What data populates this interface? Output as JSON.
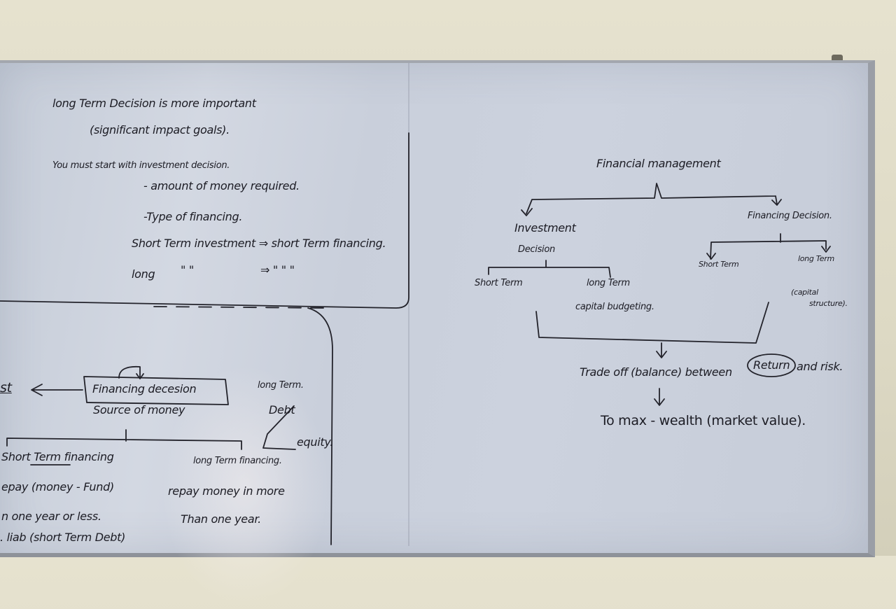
{
  "left_notes": {
    "line1": "long Term Decision is more important",
    "line2": "(significant impact goals).",
    "line3": "You must start with investment decision.",
    "bullet1": "- amount of money required.",
    "bullet2": "-Type of financing.",
    "rule1": "Short Term investment ⇒ short Term financing.",
    "rule2_a": "long",
    "rule2_b": "\"   \"",
    "rule2_c": "⇒ \"   \"   \""
  },
  "bottom_left": {
    "arrow_target": "st",
    "financing_decision": "Financing decesion",
    "source": "Source of money",
    "short_title": "Short Term financing",
    "short_l1": "epay (money - Fund)",
    "short_l2": "n one year or less.",
    "short_l3": ". liab (short Term Debt)",
    "long_title": "long Term financing.",
    "long_l1": "repay money in more",
    "long_l2": "Than one year.",
    "ltd_l1": "long Term.",
    "ltd_l2": "Debt",
    "equity": "equity."
  },
  "diagram": {
    "root": "Financial management",
    "investment_l1": "Investment",
    "investment_l2": "Decision",
    "financing": "Financing Decision.",
    "inv_short": "Short Term",
    "inv_long": "long Term",
    "capital_budgeting": "capital budgeting.",
    "fin_short": "Short Term",
    "fin_long": "long Term",
    "cap_struct_l1": "(capital",
    "cap_struct_l2": "structure)."
  },
  "conclusion": {
    "tradeoff_a": "Trade off (balance) between",
    "tradeoff_return": "Return",
    "tradeoff_b": "and risk.",
    "goal": "To max - wealth (market value)."
  }
}
